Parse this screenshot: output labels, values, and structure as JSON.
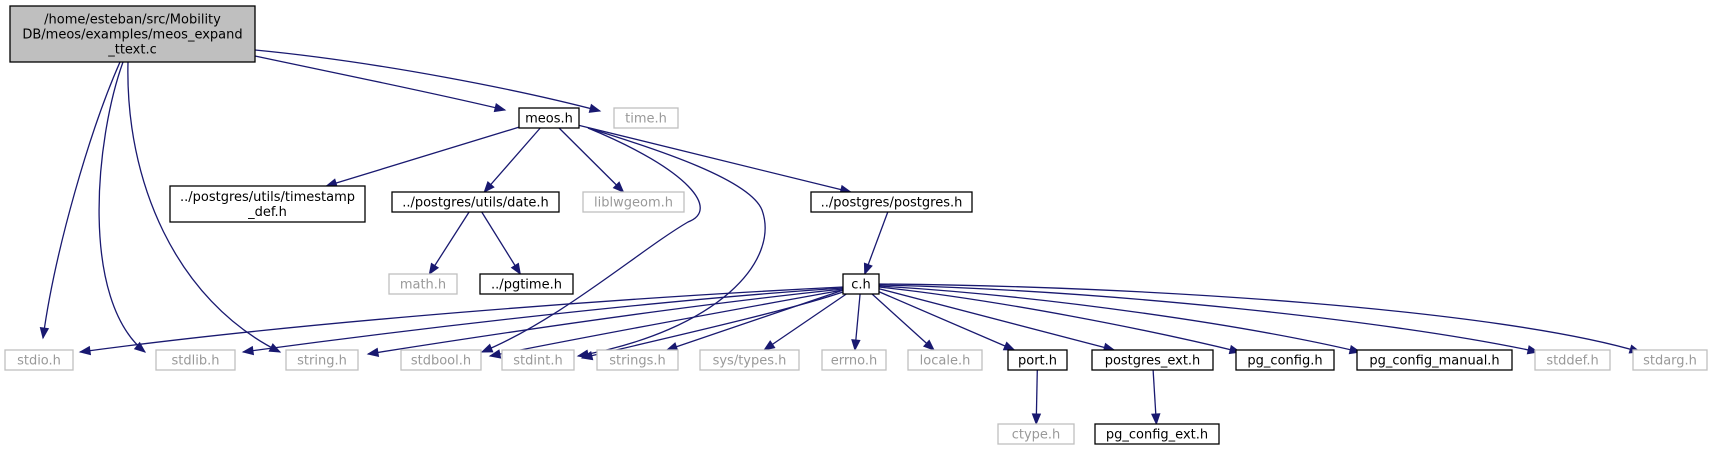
{
  "graph": {
    "nodes": [
      {
        "id": "root",
        "lines": [
          "/home/esteban/src/Mobility",
          "DB/meos/examples/meos_expand",
          "_ttext.c"
        ],
        "style": "root"
      },
      {
        "id": "meos",
        "lines": [
          "meos.h"
        ],
        "style": "internal"
      },
      {
        "id": "time",
        "lines": [
          "time.h"
        ],
        "style": "external"
      },
      {
        "id": "tsdef",
        "lines": [
          "../postgres/utils/timestamp",
          "_def.h"
        ],
        "style": "internal"
      },
      {
        "id": "date",
        "lines": [
          "../postgres/utils/date.h"
        ],
        "style": "internal"
      },
      {
        "id": "liblw",
        "lines": [
          "liblwgeom.h"
        ],
        "style": "external"
      },
      {
        "id": "postgres",
        "lines": [
          "../postgres/postgres.h"
        ],
        "style": "internal"
      },
      {
        "id": "math",
        "lines": [
          "math.h"
        ],
        "style": "external"
      },
      {
        "id": "pgtime",
        "lines": [
          "../pgtime.h"
        ],
        "style": "internal"
      },
      {
        "id": "c",
        "lines": [
          "c.h"
        ],
        "style": "internal"
      },
      {
        "id": "stdio",
        "lines": [
          "stdio.h"
        ],
        "style": "external"
      },
      {
        "id": "stdlib",
        "lines": [
          "stdlib.h"
        ],
        "style": "external"
      },
      {
        "id": "string",
        "lines": [
          "string.h"
        ],
        "style": "external"
      },
      {
        "id": "stdbool",
        "lines": [
          "stdbool.h"
        ],
        "style": "external"
      },
      {
        "id": "stdint",
        "lines": [
          "stdint.h"
        ],
        "style": "external"
      },
      {
        "id": "strings",
        "lines": [
          "strings.h"
        ],
        "style": "external"
      },
      {
        "id": "systypes",
        "lines": [
          "sys/types.h"
        ],
        "style": "external"
      },
      {
        "id": "errno",
        "lines": [
          "errno.h"
        ],
        "style": "external"
      },
      {
        "id": "locale",
        "lines": [
          "locale.h"
        ],
        "style": "external"
      },
      {
        "id": "port",
        "lines": [
          "port.h"
        ],
        "style": "internal"
      },
      {
        "id": "pgext",
        "lines": [
          "postgres_ext.h"
        ],
        "style": "internal"
      },
      {
        "id": "pgconfig",
        "lines": [
          "pg_config.h"
        ],
        "style": "internal"
      },
      {
        "id": "pgconfman",
        "lines": [
          "pg_config_manual.h"
        ],
        "style": "internal"
      },
      {
        "id": "stddef",
        "lines": [
          "stddef.h"
        ],
        "style": "external"
      },
      {
        "id": "stdarg",
        "lines": [
          "stdarg.h"
        ],
        "style": "external"
      },
      {
        "id": "ctype",
        "lines": [
          "ctype.h"
        ],
        "style": "external"
      },
      {
        "id": "pgconfext",
        "lines": [
          "pg_config_ext.h"
        ],
        "style": "internal"
      }
    ],
    "edges": [
      [
        "root",
        "meos"
      ],
      [
        "root",
        "time"
      ],
      [
        "root",
        "stdio"
      ],
      [
        "root",
        "stdlib"
      ],
      [
        "root",
        "string"
      ],
      [
        "meos",
        "tsdef"
      ],
      [
        "meos",
        "date"
      ],
      [
        "meos",
        "liblw"
      ],
      [
        "meos",
        "postgres"
      ],
      [
        "meos",
        "stdbool"
      ],
      [
        "meos",
        "stdint"
      ],
      [
        "date",
        "math"
      ],
      [
        "date",
        "pgtime"
      ],
      [
        "postgres",
        "c"
      ],
      [
        "c",
        "stdio"
      ],
      [
        "c",
        "stdlib"
      ],
      [
        "c",
        "string"
      ],
      [
        "c",
        "stdbool"
      ],
      [
        "c",
        "stdint"
      ],
      [
        "c",
        "strings"
      ],
      [
        "c",
        "systypes"
      ],
      [
        "c",
        "errno"
      ],
      [
        "c",
        "locale"
      ],
      [
        "c",
        "port"
      ],
      [
        "c",
        "pgext"
      ],
      [
        "c",
        "pgconfig"
      ],
      [
        "c",
        "pgconfman"
      ],
      [
        "c",
        "stddef"
      ],
      [
        "c",
        "stdarg"
      ],
      [
        "port",
        "ctype"
      ],
      [
        "pgext",
        "pgconfext"
      ]
    ]
  }
}
